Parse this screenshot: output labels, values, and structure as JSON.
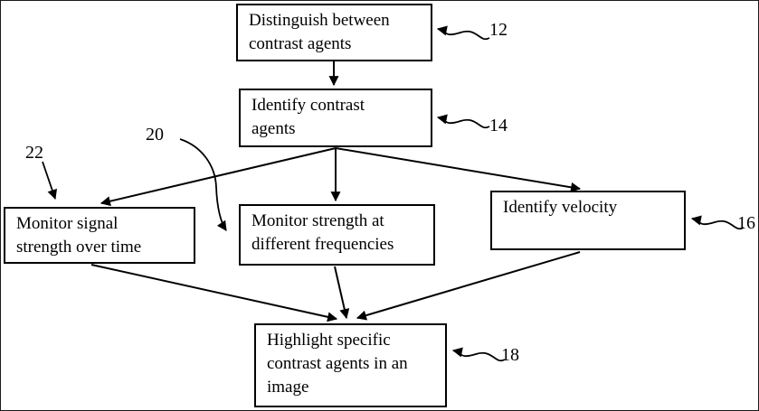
{
  "figure": {
    "background": "#ffffff",
    "line_color": "#000000",
    "boxes": {
      "distinguish": {
        "lines": [
          "Distinguish between",
          "contrast agents"
        ]
      },
      "identify_agents": {
        "lines": [
          "Identify contrast",
          "agents"
        ]
      },
      "monitor_signal": {
        "lines": [
          "Monitor signal",
          "strength over time"
        ]
      },
      "monitor_freq": {
        "lines": [
          "Monitor strength at",
          "different frequencies"
        ]
      },
      "identify_velocity": {
        "lines": [
          "Identify velocity"
        ]
      },
      "highlight": {
        "lines": [
          "Highlight specific",
          "contrast agents in an",
          "image"
        ]
      }
    },
    "refs": {
      "r12": "12",
      "r14": "14",
      "r16": "16",
      "r18": "18",
      "r20": "20",
      "r22": "22"
    }
  }
}
